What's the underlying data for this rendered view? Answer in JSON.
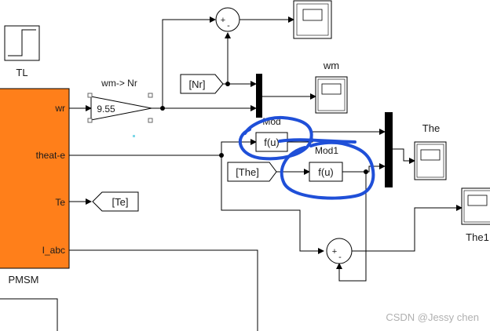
{
  "blocks": {
    "step": {
      "label": "TL"
    },
    "pmsm": {
      "name": "PMSM",
      "ports": {
        "wr": "wr",
        "theta": "theat-e",
        "te": "Te",
        "iabc": "I_abc"
      },
      "color": "#ff7f1a"
    },
    "gain": {
      "value": "9.55",
      "caption": "wm-> Nr"
    },
    "goto_te": {
      "tag": "[Te]"
    },
    "from_nr": {
      "tag": "[Nr]"
    },
    "from_the": {
      "tag": "[The]"
    },
    "fcn_mod": {
      "expr": "f(u)",
      "caption": "Mod"
    },
    "fcn_mod1": {
      "expr": "f(u)",
      "caption": "Mod1"
    },
    "sum_top": {
      "signs": [
        "+",
        "-"
      ]
    },
    "sum_bottom": {
      "signs": [
        "+",
        "-"
      ]
    },
    "scope_wm": {
      "label": "wm"
    },
    "scope_the": {
      "label": "The"
    },
    "scope_the1": {
      "label": "The1"
    }
  },
  "annotation": {
    "color": "#1f4fd8"
  },
  "watermark": {
    "text": "CSDN @Jessy  chen"
  }
}
